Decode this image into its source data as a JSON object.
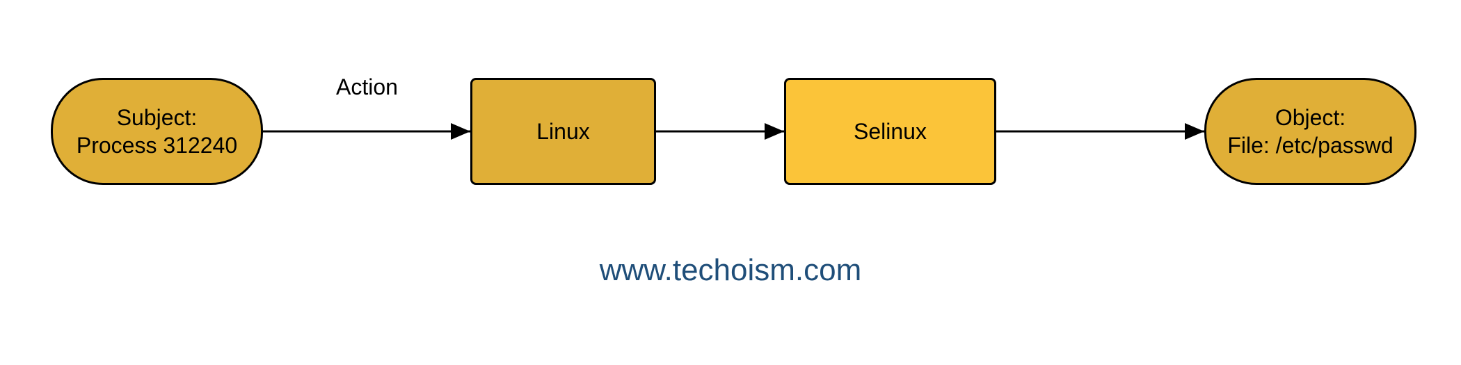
{
  "diagram": {
    "nodes": {
      "subject": {
        "line1": "Subject:",
        "line2": "Process 312240",
        "fill": "#E0AF37"
      },
      "linux": {
        "label": "Linux",
        "fill": "#E0AF37"
      },
      "selinux": {
        "label": "Selinux",
        "fill": "#FBC439"
      },
      "object": {
        "line1": "Object:",
        "line2": "File: /etc/passwd",
        "fill": "#E0AF37"
      }
    },
    "edges": [
      {
        "from": "subject",
        "to": "linux",
        "label": "Action"
      },
      {
        "from": "linux",
        "to": "selinux",
        "label": ""
      },
      {
        "from": "selinux",
        "to": "object",
        "label": ""
      }
    ]
  },
  "footer": {
    "text": "www.techoism.com",
    "color": "#1F4E79"
  }
}
